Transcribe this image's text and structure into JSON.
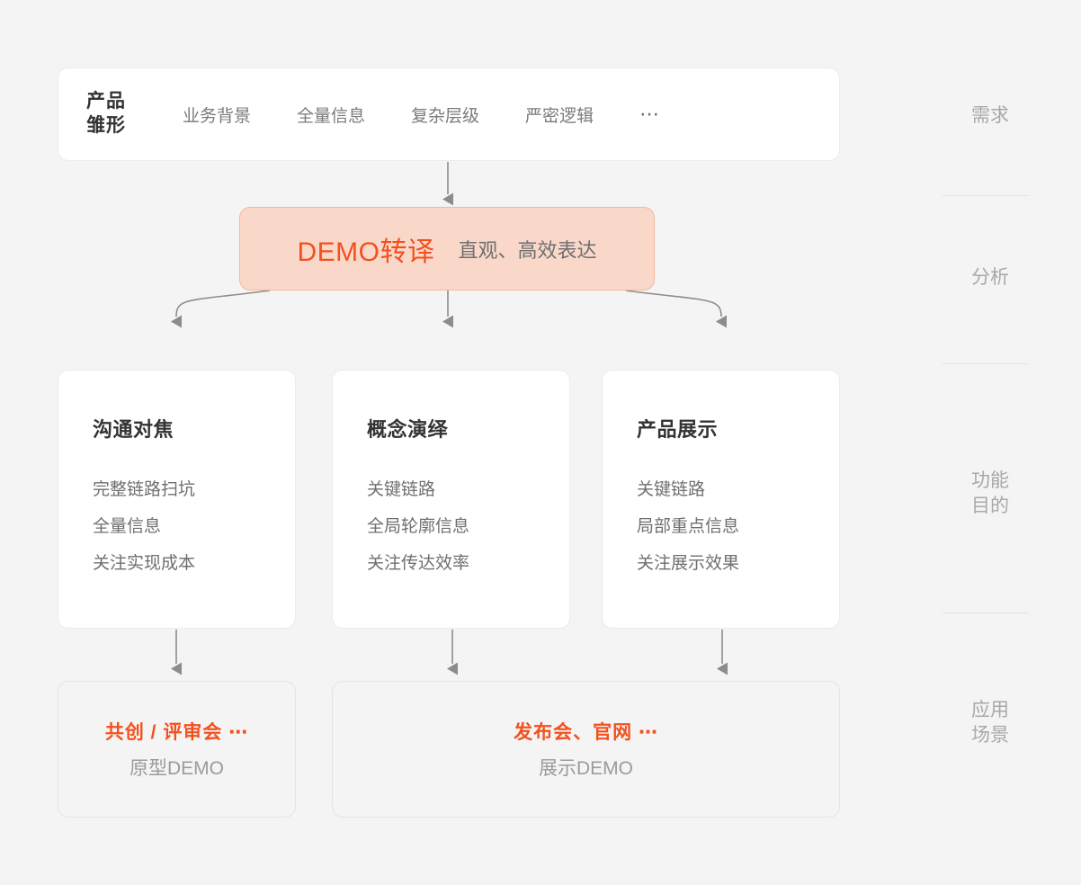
{
  "colors": {
    "page_background": "#f4f4f4",
    "accent_orange": "#f4501e",
    "accent_orange_fill": "#f9d8ca",
    "accent_orange_border": "#f3b79e",
    "card_background": "#ffffff",
    "card_border": "#ececec",
    "title_text": "#333333",
    "body_text": "#6f6f6f",
    "muted_text": "#a8a8a8",
    "connector": "#8c8c8c"
  },
  "top_bar": {
    "title": "产品\n雏形",
    "title_line1": "产品",
    "title_line2": "雏形",
    "items": [
      {
        "label": "业务背景"
      },
      {
        "label": "全量信息"
      },
      {
        "label": "复杂层级"
      },
      {
        "label": "严密逻辑"
      },
      {
        "label": "⋯"
      }
    ]
  },
  "translate_bar": {
    "main_label": "DEMO转译",
    "sub_label": "直观、高效表达"
  },
  "cards": [
    {
      "title": "沟通对焦",
      "lines": [
        "完整链路扫坑",
        "全量信息",
        "关注实现成本"
      ]
    },
    {
      "title": "概念演绎",
      "lines": [
        "关键链路",
        "全局轮廓信息",
        "关注传达效率"
      ]
    },
    {
      "title": "产品展示",
      "lines": [
        "关键链路",
        "局部重点信息",
        "关注展示效果"
      ]
    }
  ],
  "scenarios": [
    {
      "main_label": "共创 / 评审会 ⋯",
      "sub_label": "原型DEMO"
    },
    {
      "main_label": "发布会、官网 ⋯",
      "sub_label": "展示DEMO"
    }
  ],
  "rail": {
    "stages": [
      {
        "line1": "需求",
        "line2": ""
      },
      {
        "line1": "分析",
        "line2": ""
      },
      {
        "line1": "功能",
        "line2": "目的"
      },
      {
        "line1": "应用",
        "line2": "场景"
      }
    ]
  }
}
